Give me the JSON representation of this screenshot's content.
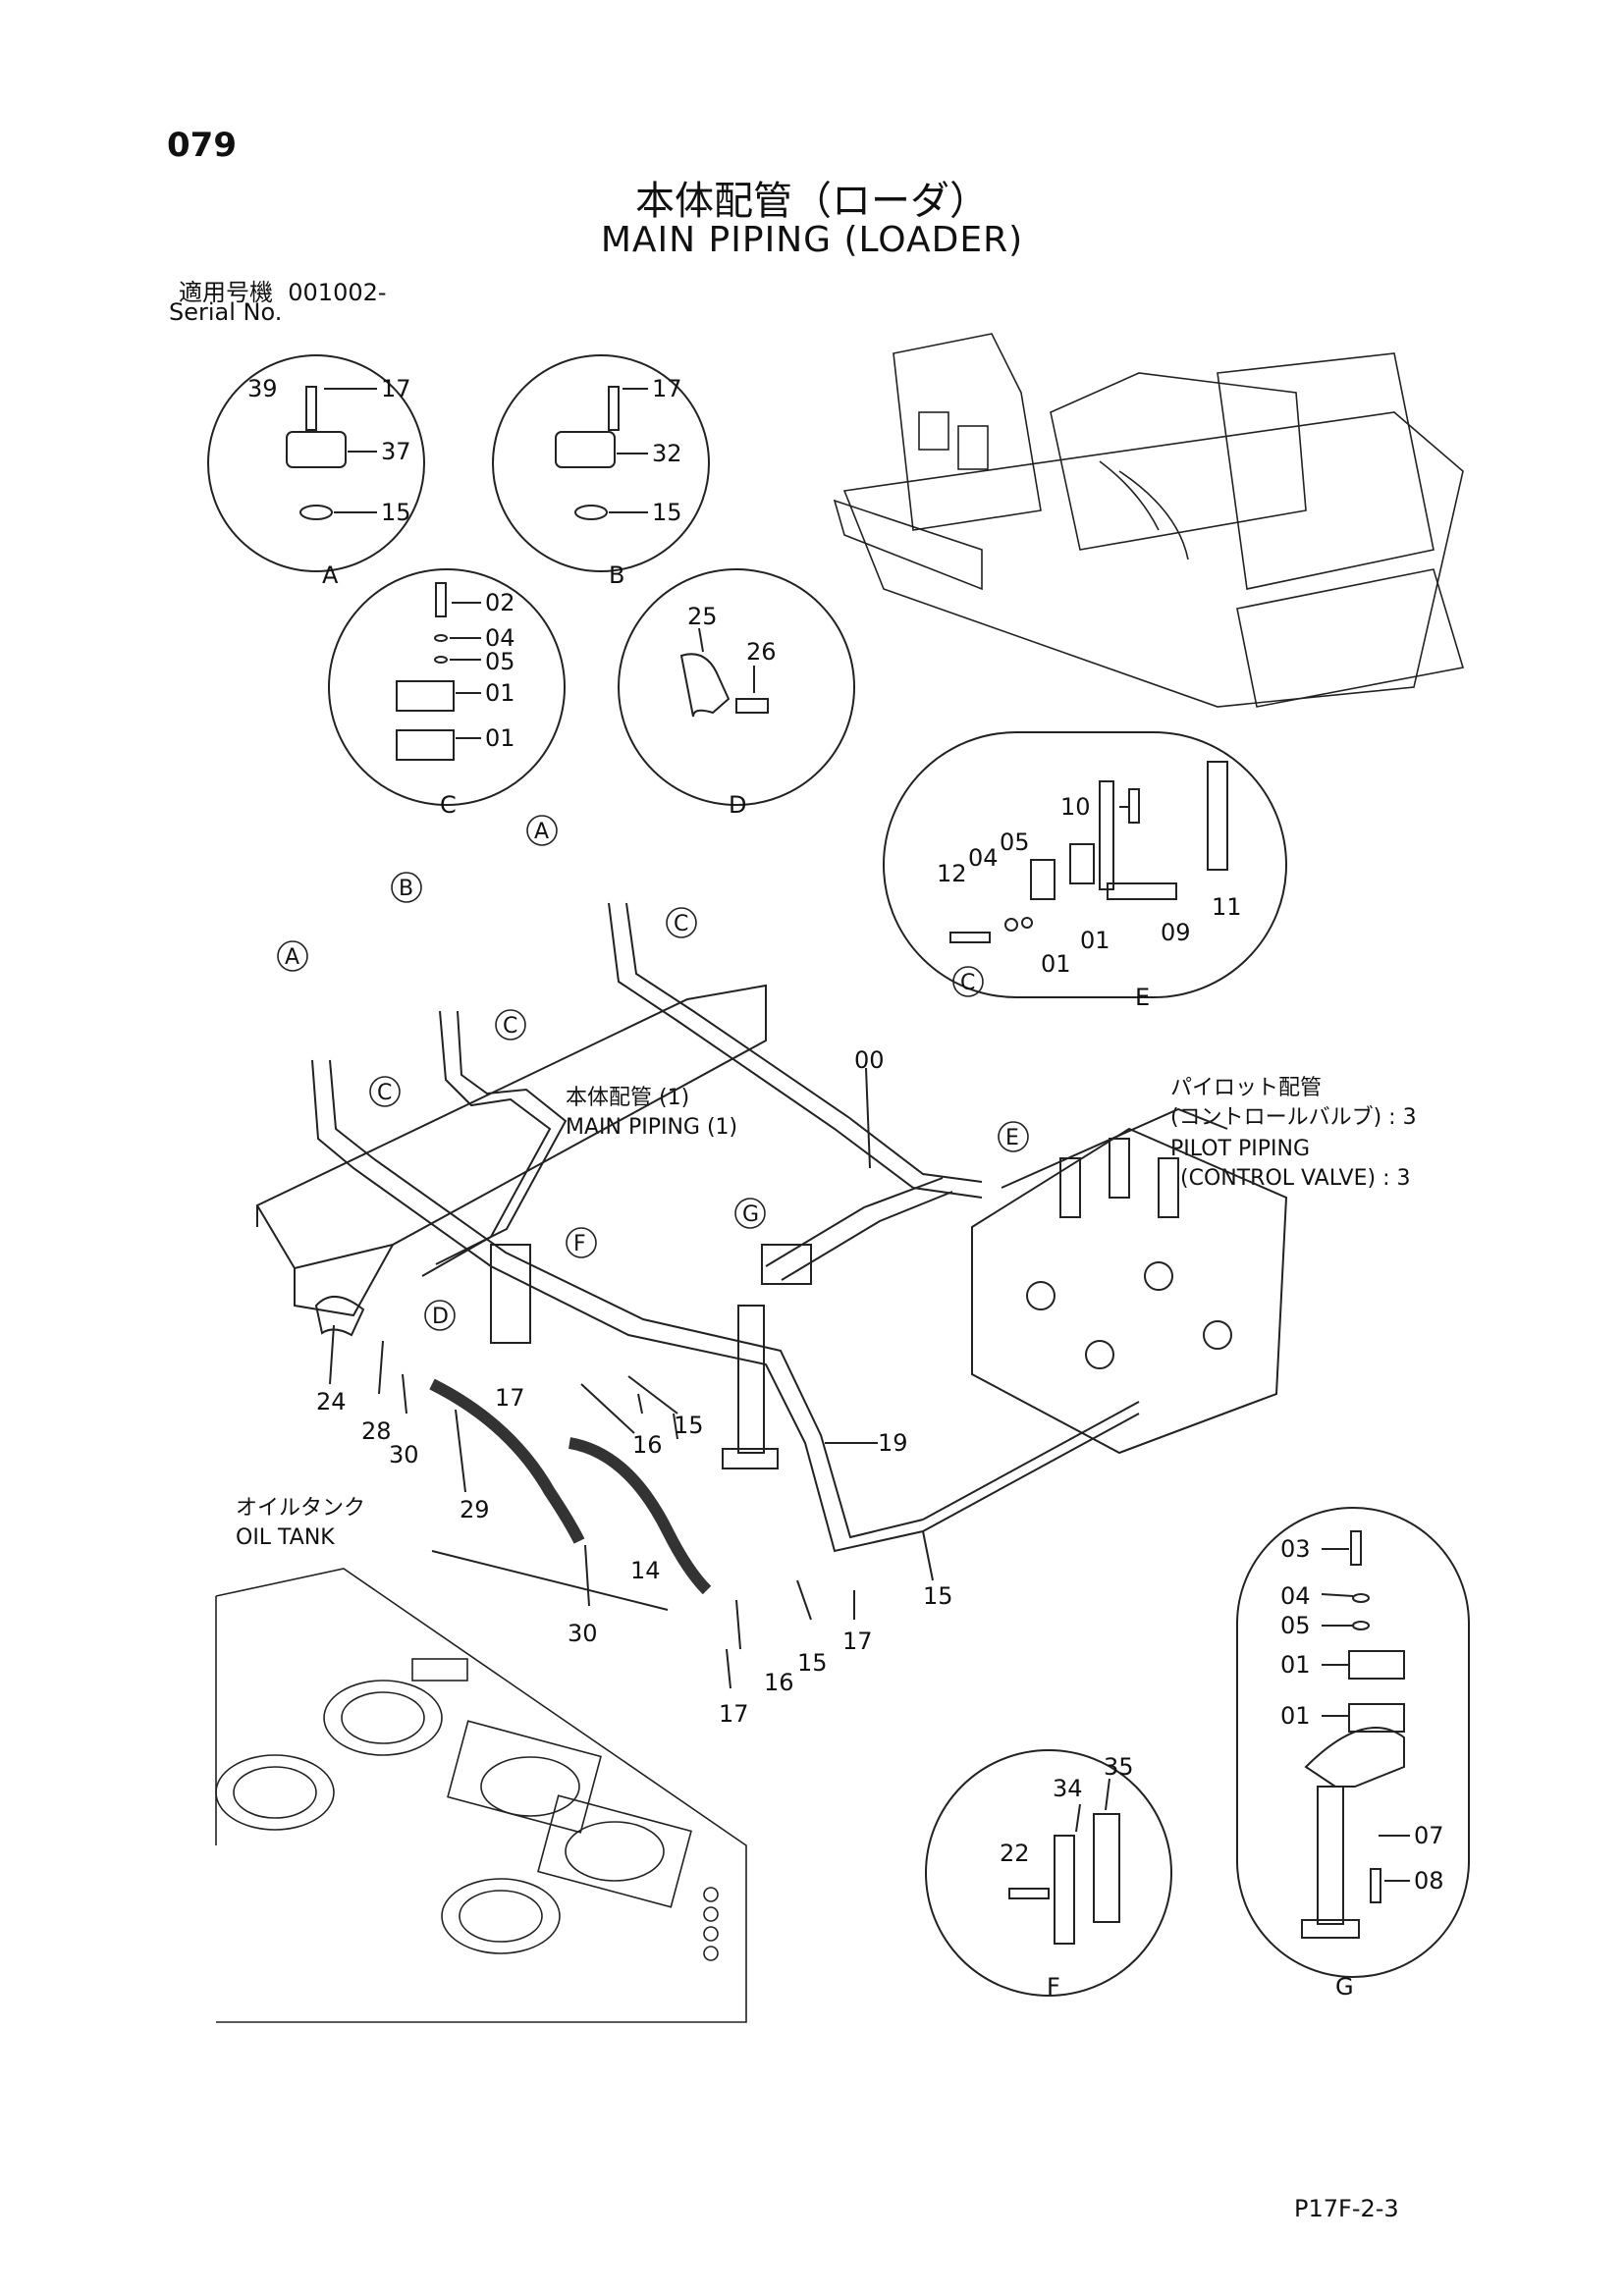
{
  "page_number": "079",
  "title_jp": "本体配管（ローダ）",
  "title_en": "MAIN PIPING (LOADER)",
  "serial": {
    "label_jp": "適用号機",
    "value": "001002-",
    "label_en": "Serial No."
  },
  "notes": {
    "main_piping_jp": "本体配管 (1)",
    "main_piping_en": "MAIN PIPING (1)",
    "pilot_jp": "パイロット配管",
    "pilot_jp2": "(コントロールバルブ) : 3",
    "pilot_en": "PILOT PIPING",
    "pilot_en2": "(CONTROL VALVE) : 3",
    "oil_tank_jp": "オイルタンク",
    "oil_tank_en": "OIL TANK"
  },
  "details": {
    "A": {
      "letter": "A",
      "parts": [
        "39",
        "17",
        "37",
        "15"
      ]
    },
    "B": {
      "letter": "B",
      "parts": [
        "17",
        "32",
        "15"
      ]
    },
    "C": {
      "letter": "C",
      "parts": [
        "02",
        "04",
        "05",
        "01",
        "01"
      ]
    },
    "D": {
      "letter": "D",
      "parts": [
        "25",
        "26"
      ]
    },
    "E": {
      "letter": "E",
      "parts": [
        "10",
        "05",
        "04",
        "12",
        "01",
        "01",
        "09",
        "11"
      ]
    },
    "F": {
      "letter": "F",
      "parts": [
        "35",
        "34",
        "22"
      ]
    },
    "G": {
      "letter": "G",
      "parts": [
        "03",
        "04",
        "05",
        "01",
        "01",
        "07",
        "08"
      ]
    }
  },
  "callouts": [
    "A",
    "B",
    "C",
    "A",
    "C",
    "C",
    "C",
    "E",
    "F",
    "G",
    "D"
  ],
  "part_labels": [
    "00",
    "19",
    "24",
    "28",
    "30",
    "29",
    "17",
    "16",
    "15",
    "14",
    "30",
    "16",
    "15",
    "17",
    "17",
    "15"
  ],
  "footer_code": "P17F-2-3"
}
